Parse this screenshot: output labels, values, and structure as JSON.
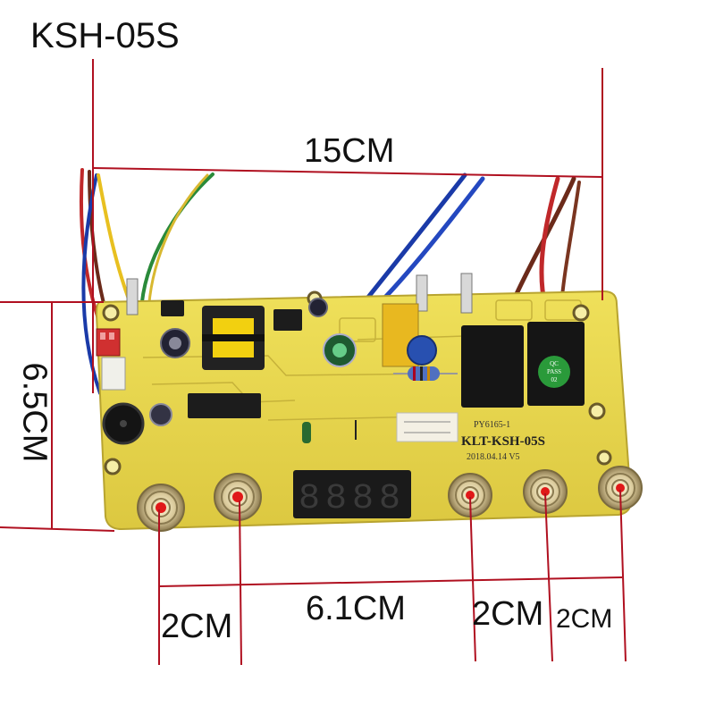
{
  "title": "KSH-05S",
  "dimensions": {
    "width": "15CM",
    "height": "6.5CM",
    "middle_span": "6.1CM",
    "span_left": "2CM",
    "span_right_1": "2CM",
    "span_right_2": "2CM"
  },
  "board": {
    "model_text": "KLT-KSH-05S",
    "date_text": "2018.04.14  V5",
    "part_text": "PY6165-1",
    "badge_lines": [
      "QC",
      "PASS",
      "02"
    ],
    "display_digits": "8888"
  },
  "colors": {
    "board": "#e8d84a",
    "measure_line": "#b01020",
    "wire_blue": "#1a3aa8",
    "wire_brown": "#6b2a1a",
    "wire_red": "#c0282a",
    "wire_yellow": "#e8c020",
    "wire_green": "#2a8a3a"
  }
}
